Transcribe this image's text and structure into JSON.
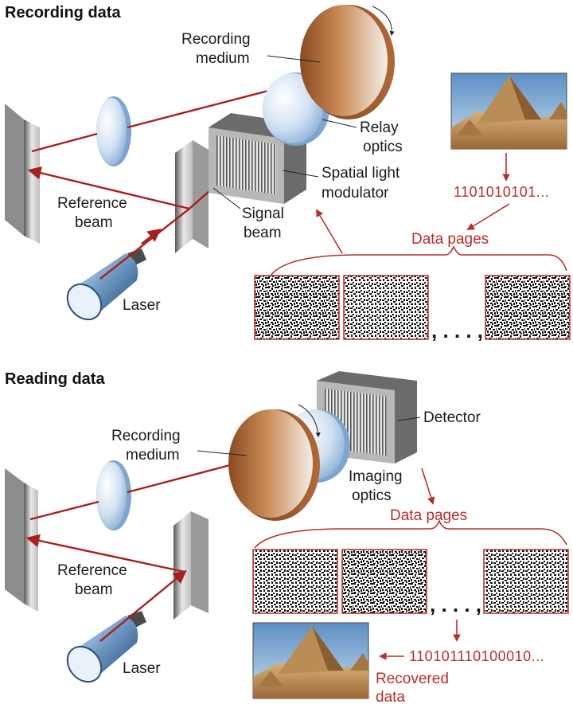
{
  "recording": {
    "title": "Recording data",
    "recording_medium": [
      "Recording",
      "medium"
    ],
    "relay_optics": [
      "Relay",
      "optics"
    ],
    "spatial_light_modulator": [
      "Spatial light",
      "modulator"
    ],
    "reference_beam": [
      "Reference",
      "beam"
    ],
    "signal_beam": [
      "Signal",
      "beam"
    ],
    "laser": "Laser",
    "binary": "1101010101...",
    "data_pages": "Data pages",
    "ellipsis": ", . . . ,"
  },
  "reading": {
    "title": "Reading data",
    "recording_medium": [
      "Recording",
      "medium"
    ],
    "detector": "Detector",
    "imaging_optics": [
      "Imaging",
      "optics"
    ],
    "reference_beam": [
      "Reference",
      "beam"
    ],
    "laser": "Laser",
    "data_pages": "Data pages",
    "ellipsis": ", . . . ,",
    "binary": "110101110100010...",
    "recovered_data": [
      "Recovered",
      "data"
    ]
  },
  "colors": {
    "beam": "#a8201c",
    "annotation": "#b5302a",
    "laser_body": "#3f6f9e",
    "lens": "#bcd3ec",
    "medium": "#b9743f",
    "sky": "#8fb6dc",
    "sand": "#c9a06a"
  }
}
